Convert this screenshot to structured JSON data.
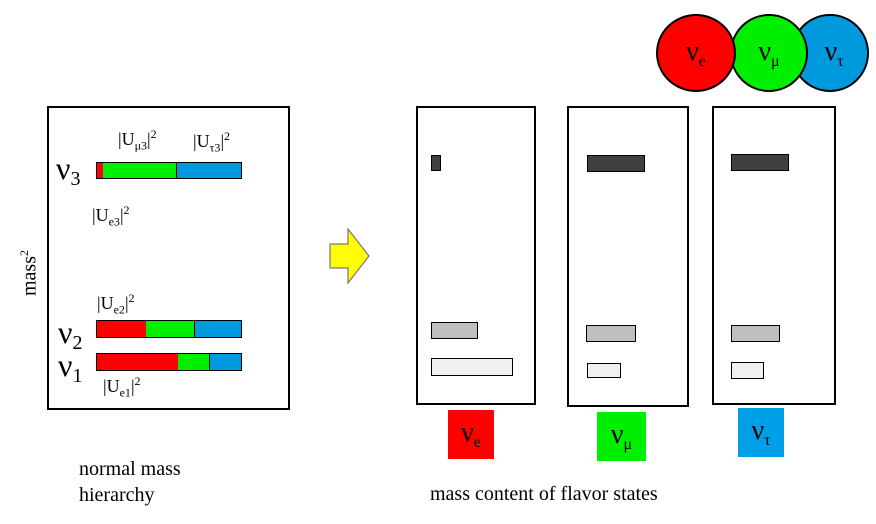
{
  "left_panel": {
    "axis_label": "mass",
    "axis_label_exp": "2",
    "states": [
      {
        "symbol": "ν",
        "sub": "3"
      },
      {
        "symbol": "ν",
        "sub": "2"
      },
      {
        "symbol": "ν",
        "sub": "1"
      }
    ],
    "mixing_labels": {
      "mu3": {
        "base": "|U",
        "sub": "μ3",
        "tail": "|",
        "exp": "2"
      },
      "tau3": {
        "base": "|U",
        "sub": "τ3",
        "tail": "|",
        "exp": "2"
      },
      "e3": {
        "base": "|U",
        "sub": "e3",
        "tail": "|",
        "exp": "2"
      },
      "e2": {
        "base": "|U",
        "sub": "e2",
        "tail": "|",
        "exp": "2"
      },
      "e1": {
        "base": "|U",
        "sub": "e1",
        "tail": "|",
        "exp": "2"
      }
    },
    "caption_line1": "normal mass",
    "caption_line2": "hierarchy"
  },
  "right_caption": "mass content of flavor states",
  "flavors": [
    {
      "symbol": "ν",
      "sub": "e",
      "color": "#ff0000"
    },
    {
      "symbol": "ν",
      "sub": "μ",
      "color": "#00ee00"
    },
    {
      "symbol": "ν",
      "sub": "τ",
      "color": "#00a0e9"
    }
  ],
  "colors": {
    "electron": "#ff0000",
    "muon": "#00ee00",
    "tau": "#0099dd",
    "arrow": "#ffff00",
    "dark": "#3f3f3f",
    "mid": "#bfbfbf",
    "light": "#f0f0f0"
  }
}
